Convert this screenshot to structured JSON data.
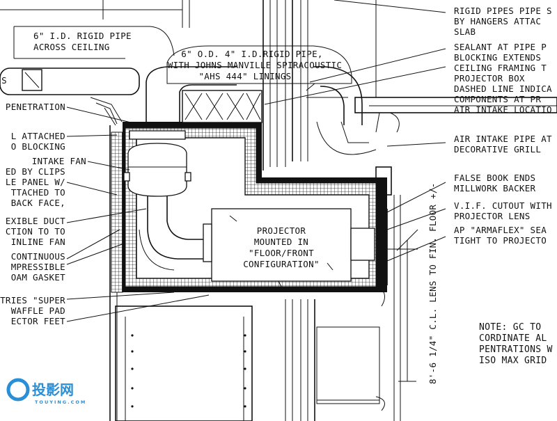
{
  "labels_right": [
    "RIGID PIPES PIPE S",
    "BY HANGERS ATTAC",
    "SLAB",
    "SEALANT AT PIPE P",
    "BLOCKING EXTENDS",
    "CEILING FRAMING T",
    "PROJECTOR BOX",
    "DASHED LINE INDICA",
    "COMPONENTS AT PR",
    "AIR INTAKE LOCATIO",
    "AIR INTAKE PIPE AT",
    "DECORATIVE GRILL",
    "FALSE BOOK ENDS",
    "MILLWORK BACKER",
    "V.I.F. CUTOUT WITH A",
    "PROJECTOR LENS",
    "AP \"ARMAFLEX\" SEA",
    "TIGHT TO PROJECTO"
  ],
  "labels_left": [
    "S",
    "PENETRATION",
    "L ATTACHED",
    "O BLOCKING",
    "INTAKE FAN",
    "ED BY CLIPS",
    "LE PANEL W/",
    "TTACHED TO",
    "BACK FACE,",
    "EXIBLE DUCT",
    "CTION TO TO",
    "INLINE FAN",
    "CONTINUOUS",
    "MPRESSIBLE",
    "OAM GASKET",
    "TRIES \"SUPER",
    "WAFFLE PAD",
    "ECTOR FEET"
  ],
  "callout_top_left": [
    "6\" I.D. RIGID PIPE",
    "ACROSS CEILING"
  ],
  "callout_top_center": [
    "6\" O.D. 4\" I.D.RIGID PIPE,",
    "WITH JOHNS MANVILLE SPIRACOUSTIC",
    "\"AHS 444\" LININGS"
  ],
  "projector": [
    "PROJECTOR",
    "MOUNTED IN",
    "\"FLOOR/FRONT",
    "CONFIGURATION\""
  ],
  "dimension": "8'-6 1/4\" C.L. LENS TO FIN. FLOOR +/-",
  "note": [
    "NOTE: GC TO",
    "CORDINATE AL",
    "PENTRATIONS W",
    "ISO MAX GRID"
  ],
  "watermark": {
    "cn": "投影网",
    "en": "TOUYING.COM",
    "color": "#2b8fd6"
  }
}
